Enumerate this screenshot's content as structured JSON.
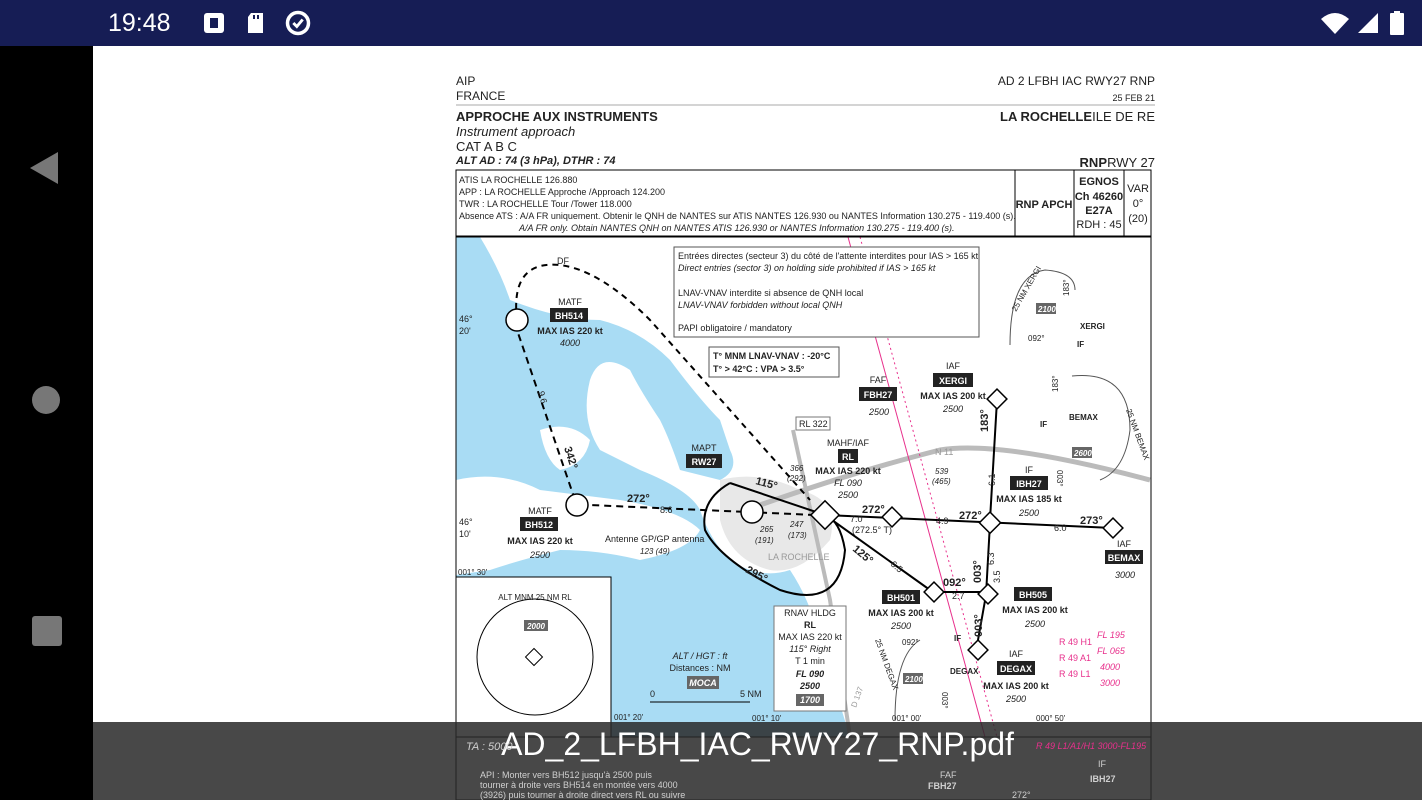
{
  "status_bar": {
    "time": "19:48",
    "icons": [
      "font-a-icon",
      "sd-card-icon",
      "sync-icon",
      "wifi-icon",
      "signal-icon",
      "battery-icon"
    ]
  },
  "nav": {
    "back": "back-icon",
    "home": "home-icon",
    "recents": "recents-icon"
  },
  "viewer": {
    "filename": "AD_2_LFBH_IAC_RWY27_RNP.pdf"
  },
  "doc": {
    "aip": "AIP",
    "france": "FRANCE",
    "ref": "AD 2 LFBH IAC RWY27 RNP",
    "date": "25 FEB 21",
    "title_fr": "APPROCHE AUX INSTRUMENTS",
    "title_en": "Instrument approach",
    "cat": "CAT A B C",
    "alt_ad": "ALT AD : 74 (3 hPa), DTHR : 74",
    "airport_b": "LA ROCHELLE",
    "airport_n": "ILE DE RE",
    "rnp_b": "RNP",
    "rnp_n": "RWY 27",
    "atis": "ATIS LA ROCHELLE 126.880",
    "app": "APP : LA ROCHELLE Approche /Approach  124.200",
    "twr": "TWR : LA ROCHELLE Tour  /Tower 118.000",
    "absence_fr": "Absence ATS : A/A FR uniquement. Obtenir le QNH de NANTES sur ATIS NANTES 126.930 ou NANTES Information 130.275 - 119.400 (s).",
    "absence_en": "A/A FR only. Obtain NANTES QNH on NANTES ATIS 126.930 or NANTES Information 130.275 - 119.400 (s).",
    "rnp_apch": "RNP APCH",
    "egnos": "EGNOS",
    "ch": "Ch 46260",
    "e27a": "E27A",
    "rdh": "RDH : 45",
    "var": "VAR",
    "var_val": "0°",
    "var_yr": "(20)"
  },
  "notes": {
    "n1": "Entrées directes (secteur 3) du côté de l'attente interdites pour IAS > 165 kt",
    "n2": "Direct entries (sector 3) on holding side prohibited if IAS > 165 kt",
    "n3": "LNAV-VNAV interdite si absence de QNH local",
    "n4": "LNAV-VNAV forbidden without local QNH",
    "n5": "PAPI obligatoire / mandatory",
    "t1": "T° MNM LNAV-VNAV : -20°C",
    "t2": "T° > 42°C : VPA > 3.5°"
  },
  "fixes": {
    "bh514": {
      "role": "MATF",
      "name": "BH514",
      "ias": "MAX IAS 220 kt",
      "alt": "4000"
    },
    "bh512": {
      "role": "MATF",
      "name": "BH512",
      "ias": "MAX IAS 220 kt",
      "alt": "2500"
    },
    "rw27": {
      "role": "MAPT",
      "name": "RW27"
    },
    "rl": {
      "role": "MAHF/IAF",
      "name": "RL",
      "ias": "MAX IAS 220 kt",
      "fl": "FL 090",
      "alt": "2500"
    },
    "fbh27": {
      "role": "FAF",
      "name": "FBH27",
      "alt": "2500"
    },
    "xergi": {
      "role": "IAF",
      "name": "XERGI",
      "ias": "MAX IAS 200 kt",
      "alt": "2500"
    },
    "ibh27": {
      "role": "IF",
      "name": "IBH27",
      "ias": "MAX IAS 185 kt",
      "alt": "2500"
    },
    "bemax": {
      "role": "IAF",
      "name": "BEMAX",
      "alt": "3000"
    },
    "bh501": {
      "name": "BH501",
      "ias": "MAX IAS 200 kt",
      "alt": "2500"
    },
    "bh505": {
      "name": "BH505",
      "ias": "MAX IAS 200 kt",
      "alt": "2500"
    },
    "degax": {
      "role": "IAF",
      "name": "DEGAX",
      "ias": "MAX IAS 200 kt",
      "alt": "2500"
    }
  },
  "labels": {
    "df": "DF",
    "lat1": "46°",
    "lat1m": "20'",
    "lat2": "46°",
    "lat2m": "10'",
    "rl322": "RL 322",
    "c342": "342°",
    "d96": "9.6",
    "c115": "115°",
    "c272a": "272°",
    "d86": "8.6",
    "c272b": "272°",
    "d70": "7.0",
    "c2725": "(272.5° T)",
    "d49": "4.9",
    "c272c": "272°",
    "d60": "6.0",
    "c273": "273°",
    "c183": "183°",
    "d61": "6.1",
    "c125": "125°",
    "d65": "6.5",
    "c092": "092°",
    "d27": "2.7",
    "c003a": "003°",
    "d63": "6.3",
    "d35": "3.5",
    "c003b": "003°",
    "c295": "295°",
    "obs1": "366",
    "obs1b": "(292)",
    "obs2": "539",
    "obs2b": "(465)",
    "obs3": "265",
    "obs3b": "(191)",
    "obs4": "247",
    "obs4b": "(173)",
    "antenna": "Antenne GP/GP antenna",
    "antenna_h": "123 (49)",
    "town": "LA ROCHELLE",
    "road": "N 11",
    "lon1": "001° 30'",
    "lon2": "001° 20'",
    "lon3": "001° 10'",
    "lon4": "001° 00'",
    "lon5": "000° 50'",
    "msa_title": "ALT MNM 25 NM RL",
    "msa_alt": "2000",
    "legend1": "ALT / HGT : ft",
    "legend2": "Distances : NM",
    "moca": "MOCA",
    "scale0": "0",
    "scale5": "5 NM",
    "hold_t": "RNAV HLDG",
    "hold_rl": "RL",
    "hold_ias": "MAX IAS 220 kt",
    "hold_dir": "115° Right",
    "hold_t1": "T 1 min",
    "hold_fl": "FL 090",
    "hold_alt": "2500",
    "hold_min": "1700",
    "taa_xergi": "25 NM XERGI",
    "taa_xergi_alt": "2100",
    "taa_xergi_c1": "183°",
    "taa_xergi_c2": "092°",
    "taa_xergi_fix": "XERGI",
    "taa_xergi_if": "IF",
    "taa_bemax": "25 NM BEMAX",
    "taa_bemax_alt": "2600",
    "taa_bemax_c1": "183°",
    "taa_bemax_c2": "003°",
    "taa_bemax_fix": "BEMAX",
    "taa_bemax_if": "IF",
    "taa_degax": "25 NM DEGAX",
    "taa_degax_alt": "2100",
    "taa_degax_c1": "092°",
    "taa_degax_c2": "003°",
    "taa_degax_fix": "DEGAX",
    "taa_degax_if": "IF",
    "d137": "D 137",
    "r49h1": "R 49 H1",
    "r49a1": "R 49 A1",
    "r49l1": "R 49 L1",
    "fl195": "FL 195",
    "fl065": "FL 065",
    "a4000": "4000",
    "a3000": "3000",
    "ta": "TA : 5000",
    "r49box": "R 49 L1/A1/H1 3000-FL195",
    "api1": "API : Monter vers BH512 jusqu'à 2500 puis",
    "api2": "tourner à droite vers BH514 en montée vers 4000",
    "api3": "(3926) puis tourner à droite direct vers RL ou suivre",
    "prof_faf": "FAF",
    "prof_fbh27": "FBH27",
    "prof_if": "IF",
    "prof_ibh27": "IBH27",
    "prof_272": "272°"
  },
  "colors": {
    "water": "#a9dcf4",
    "status": "#161d55",
    "restricted": "#e8308c"
  }
}
